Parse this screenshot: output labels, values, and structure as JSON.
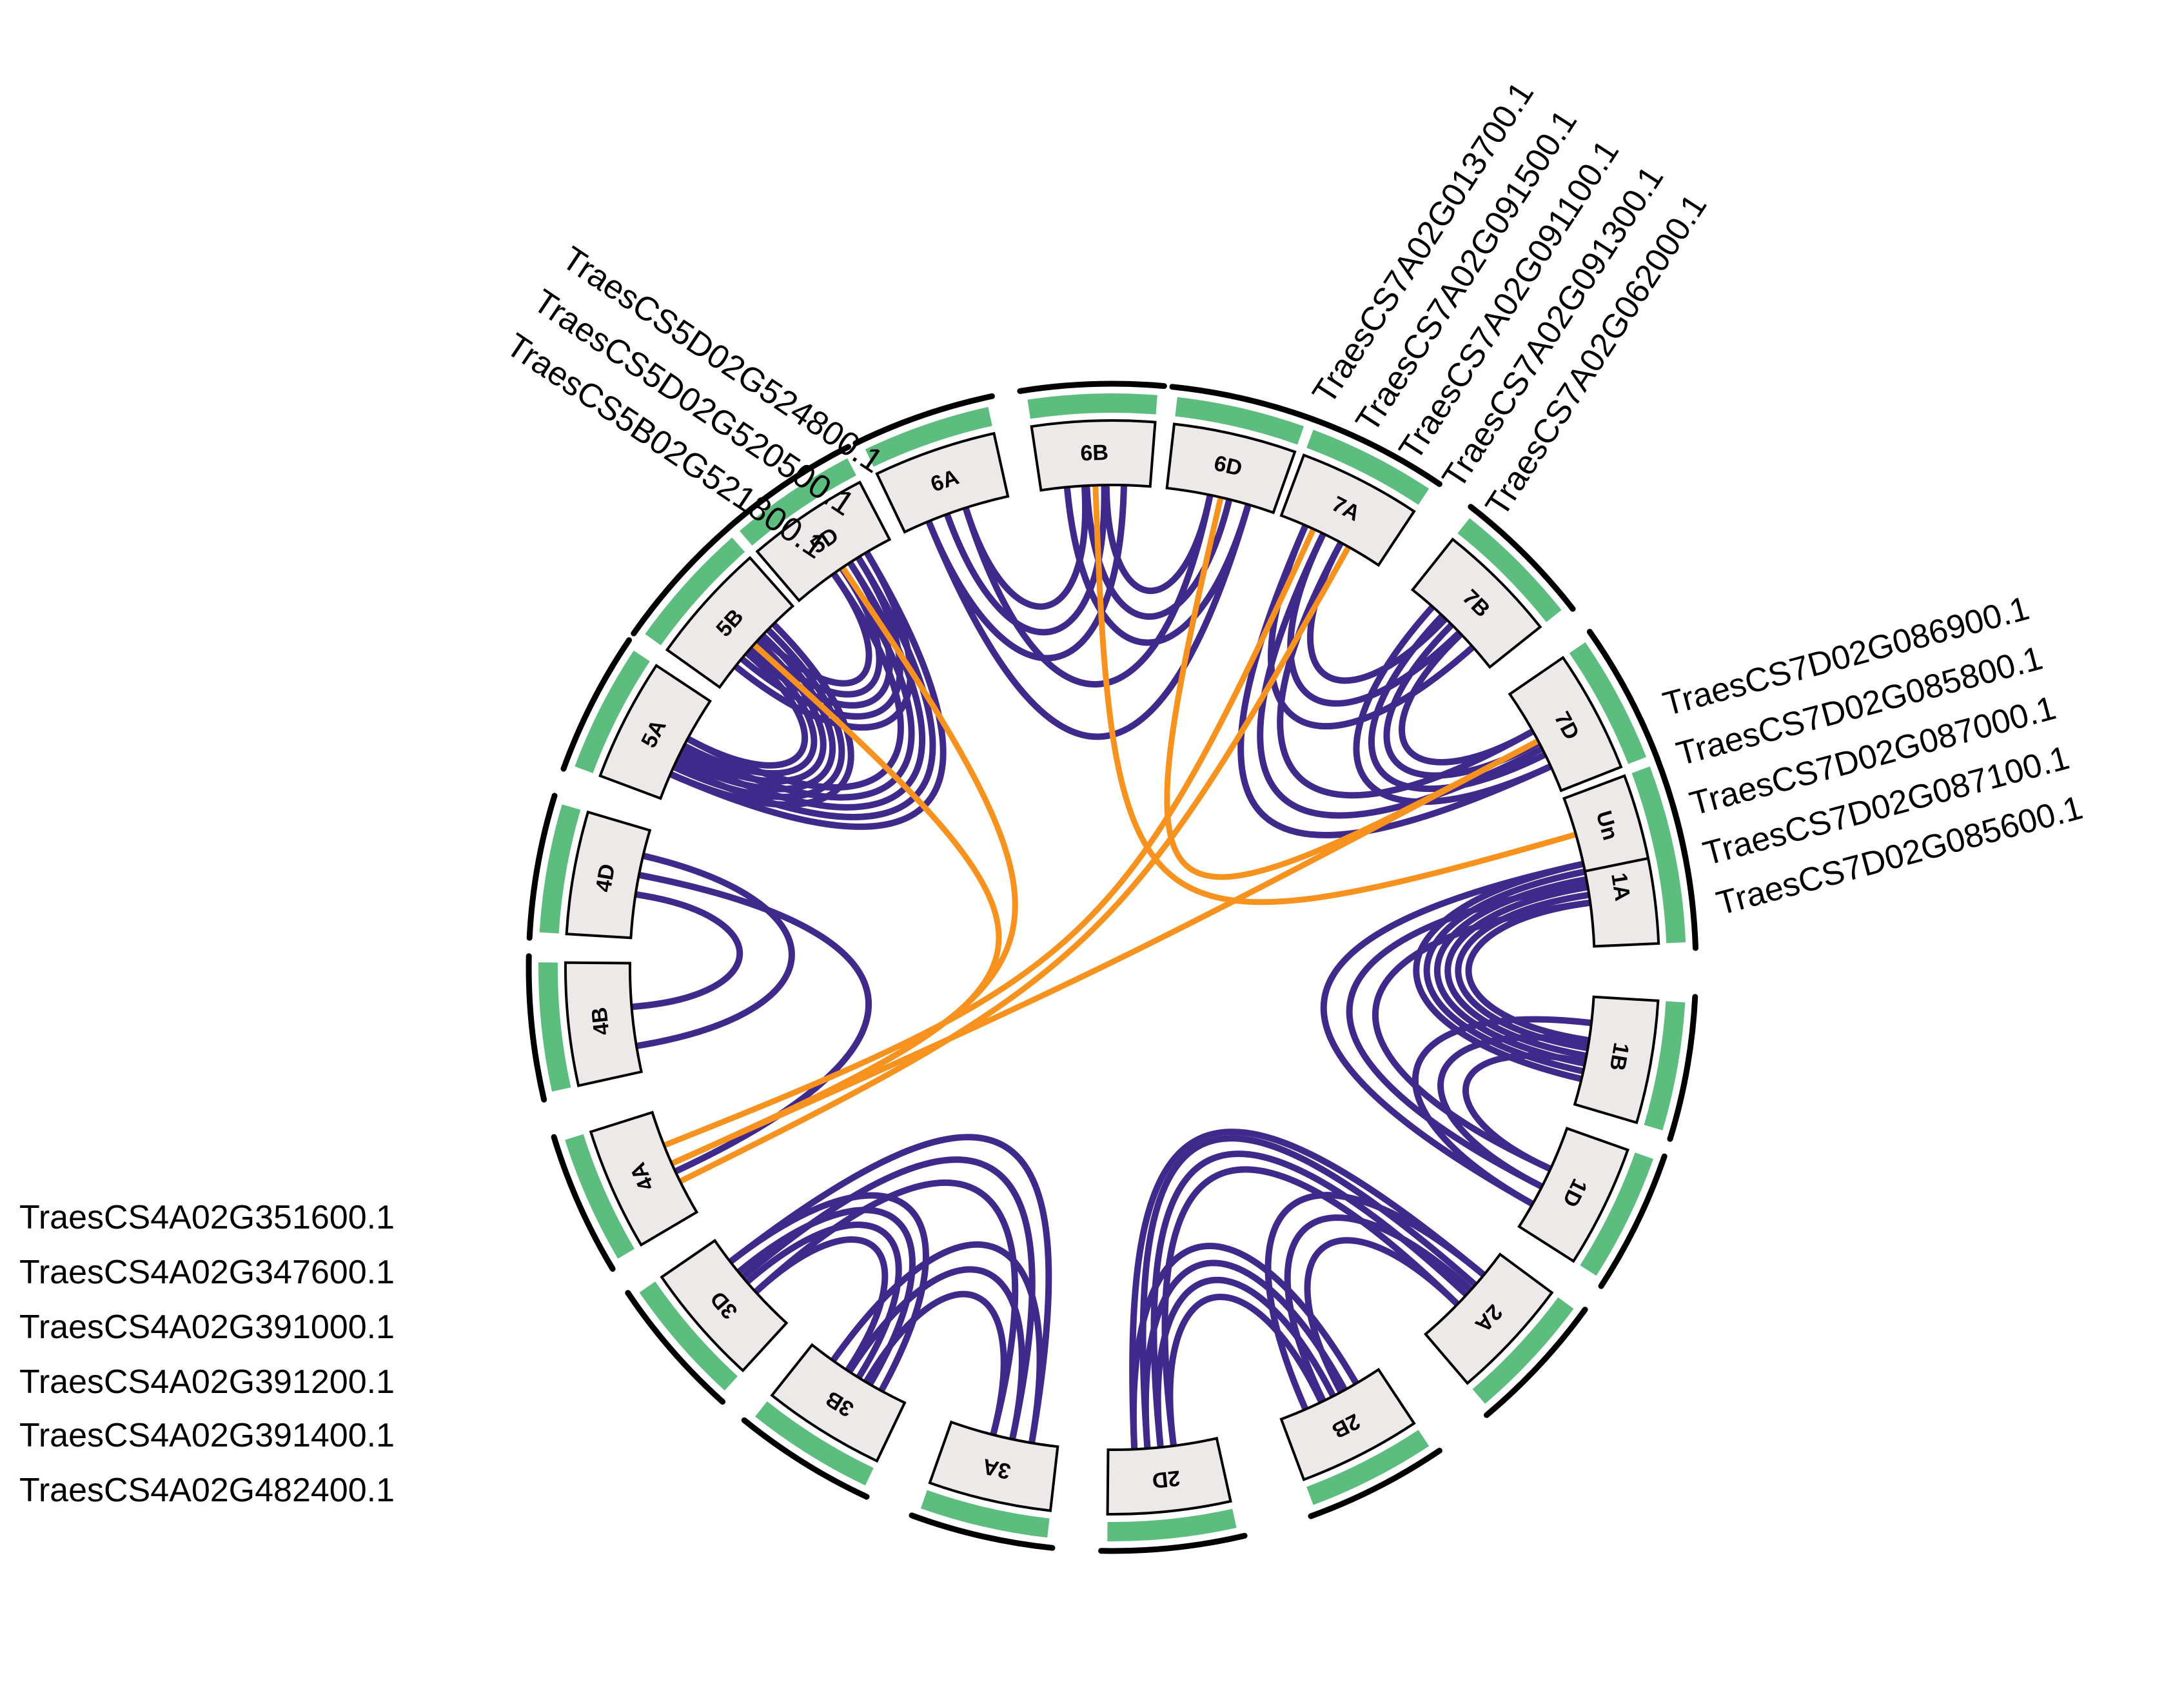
{
  "colors": {
    "link": "#3f2a8c",
    "highlight": "#f7921e",
    "band": "#5dbd7f",
    "box": "#ede9e8",
    "outline": "#000000"
  },
  "chromosomes": [
    {
      "id": "1A"
    },
    {
      "id": "1B"
    },
    {
      "id": "1D"
    },
    {
      "id": "2A"
    },
    {
      "id": "2B"
    },
    {
      "id": "2D"
    },
    {
      "id": "3A"
    },
    {
      "id": "3B"
    },
    {
      "id": "3D"
    },
    {
      "id": "4A"
    },
    {
      "id": "4B"
    },
    {
      "id": "4D"
    },
    {
      "id": "5A"
    },
    {
      "id": "5B"
    },
    {
      "id": "5D"
    },
    {
      "id": "6A"
    },
    {
      "id": "6B"
    },
    {
      "id": "6D"
    },
    {
      "id": "7A"
    },
    {
      "id": "7B"
    },
    {
      "id": "7D"
    },
    {
      "id": "Un"
    }
  ],
  "gene_labels": {
    "group_5": [
      "TraesCS5D02G524800.1",
      "TraesCS5D02G520500.1",
      "TraesCS5B02G521800.1"
    ],
    "group_7A": [
      "TraesCS7A02G013700.1",
      "TraesCS7A02G091500.1",
      "TraesCS7A02G091100.1",
      "TraesCS7A02G091300.1",
      "TraesCS7A02G062000.1"
    ],
    "group_7D": [
      "TraesCS7D02G086900.1",
      "TraesCS7D02G085800.1",
      "TraesCS7D02G087000.1",
      "TraesCS7D02G087100.1",
      "TraesCS7D02G085600.1"
    ],
    "group_4A": [
      "TraesCS4A02G351600.1",
      "TraesCS4A02G347600.1",
      "TraesCS4A02G391000.1",
      "TraesCS4A02G391200.1",
      "TraesCS4A02G391400.1",
      "TraesCS4A02G482400.1"
    ]
  },
  "links": [
    {
      "from": "1A",
      "to": "1B",
      "count": 6,
      "type": "segmental"
    },
    {
      "from": "1A",
      "to": "1D",
      "count": 3,
      "type": "segmental"
    },
    {
      "from": "1B",
      "to": "1D",
      "count": 3,
      "type": "segmental"
    },
    {
      "from": "2A",
      "to": "2B",
      "count": 3,
      "type": "segmental"
    },
    {
      "from": "2A",
      "to": "2D",
      "count": 4,
      "type": "segmental"
    },
    {
      "from": "2B",
      "to": "2D",
      "count": 4,
      "type": "segmental"
    },
    {
      "from": "3A",
      "to": "3B",
      "count": 3,
      "type": "segmental"
    },
    {
      "from": "3A",
      "to": "3D",
      "count": 3,
      "type": "segmental"
    },
    {
      "from": "3B",
      "to": "3D",
      "count": 4,
      "type": "segmental"
    },
    {
      "from": "4A",
      "to": "4D",
      "count": 1,
      "type": "segmental"
    },
    {
      "from": "4B",
      "to": "4D",
      "count": 2,
      "type": "segmental"
    },
    {
      "from": "5A",
      "to": "5B",
      "count": 6,
      "type": "segmental"
    },
    {
      "from": "5A",
      "to": "5D",
      "count": 5,
      "type": "segmental"
    },
    {
      "from": "5B",
      "to": "5D",
      "count": 5,
      "type": "segmental"
    },
    {
      "from": "6A",
      "to": "6B",
      "count": 3,
      "type": "segmental"
    },
    {
      "from": "6A",
      "to": "6D",
      "count": 2,
      "type": "segmental"
    },
    {
      "from": "6B",
      "to": "6D",
      "count": 3,
      "type": "segmental"
    },
    {
      "from": "7A",
      "to": "7B",
      "count": 3,
      "type": "segmental"
    },
    {
      "from": "7A",
      "to": "7D",
      "count": 3,
      "type": "segmental"
    },
    {
      "from": "7B",
      "to": "7D",
      "count": 4,
      "type": "segmental"
    },
    {
      "from": "4A",
      "to": "7A",
      "count": 2,
      "type": "highlight"
    },
    {
      "from": "4A",
      "to": "7D",
      "count": 1,
      "type": "highlight"
    },
    {
      "from": "4A",
      "to": "5D",
      "count": 1,
      "type": "highlight"
    },
    {
      "from": "4A",
      "to": "5B",
      "count": 1,
      "type": "highlight"
    },
    {
      "from": "6B",
      "to": "Un",
      "count": 1,
      "type": "highlight"
    },
    {
      "from": "6D",
      "to": "7D",
      "count": 1,
      "type": "highlight"
    }
  ]
}
